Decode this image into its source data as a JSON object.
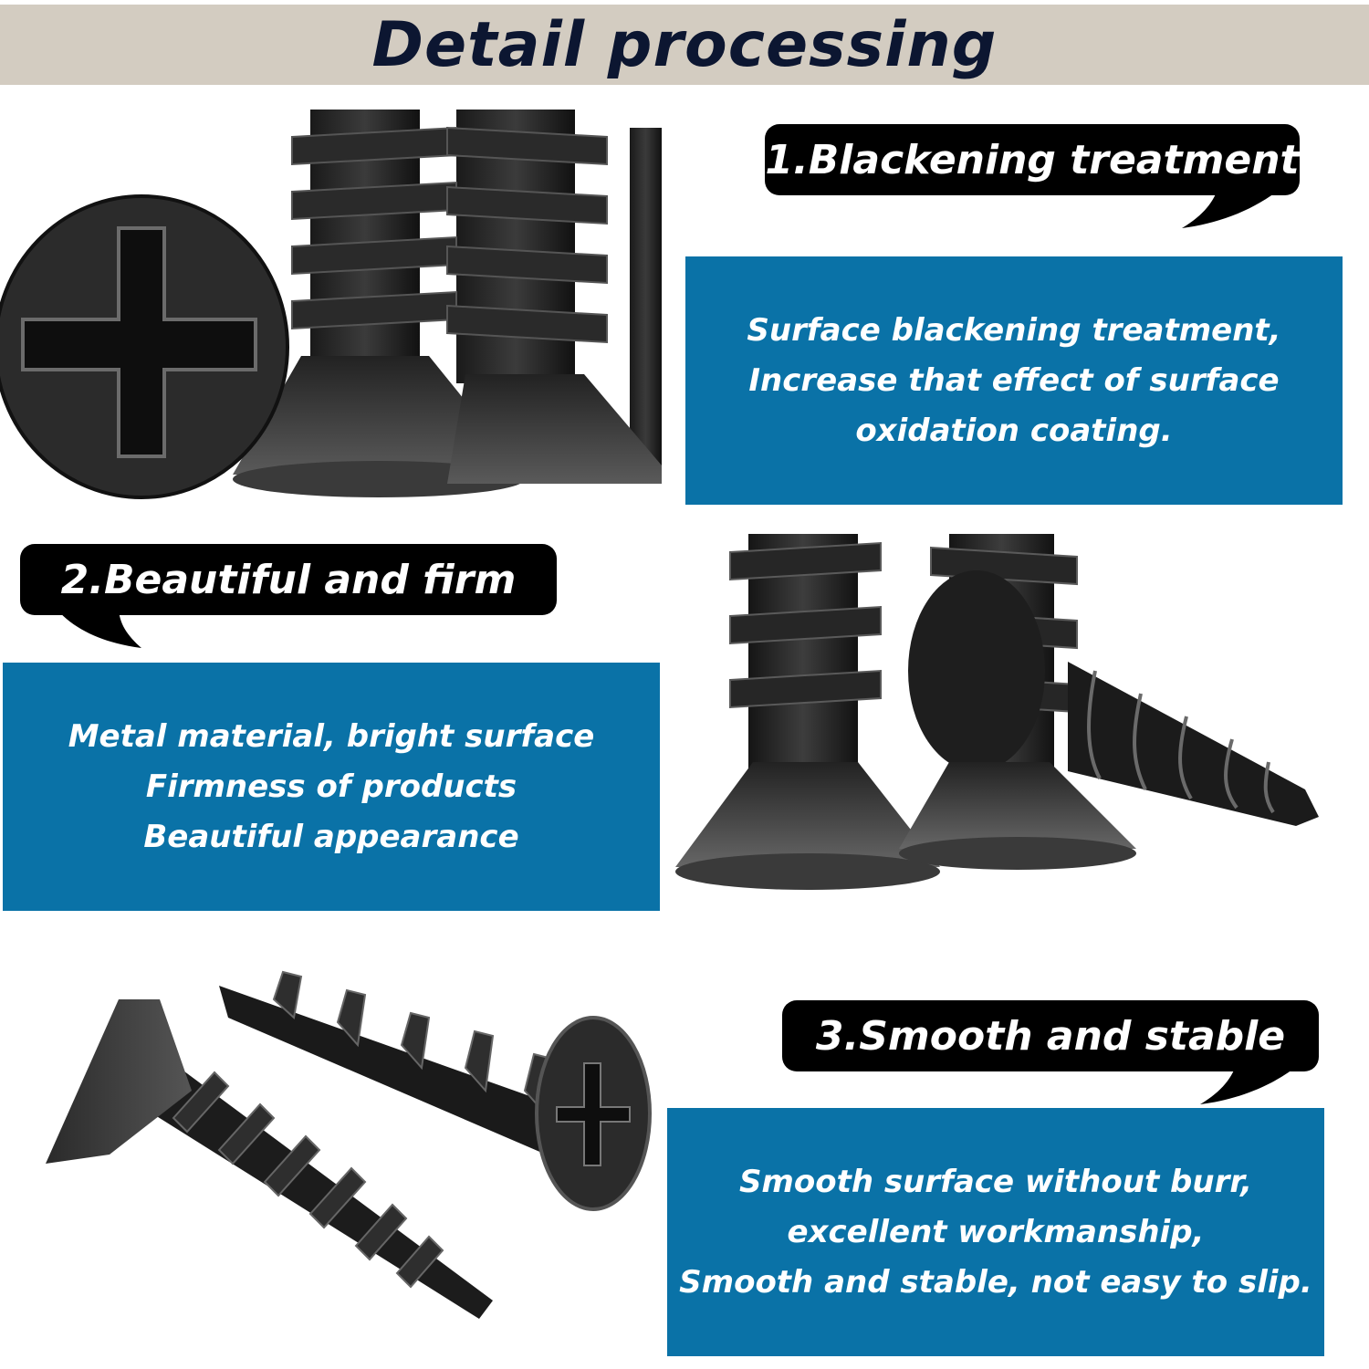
{
  "header": {
    "title": "Detail processing"
  },
  "sections": [
    {
      "title": "1.Blackening treatment",
      "lines": [
        "Surface blackening treatment,",
        "Increase that effect of surface",
        "oxidation coating."
      ]
    },
    {
      "title": "2.Beautiful and firm",
      "lines": [
        "Metal material, bright surface",
        "Firmness of products",
        "Beautiful appearance"
      ]
    },
    {
      "title": "3.Smooth and stable",
      "lines": [
        "Smooth surface without burr,",
        "excellent workmanship,",
        "Smooth and stable, not easy to slip."
      ]
    }
  ],
  "colors": {
    "header_bg": "#d3ccc1",
    "header_text": "#0c1631",
    "panel_bg": "#0a72a7",
    "bubble_bg": "#000000"
  }
}
